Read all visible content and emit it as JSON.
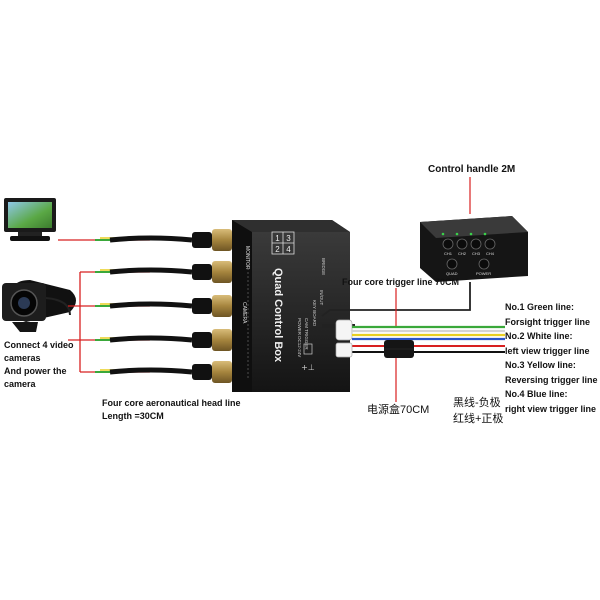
{
  "diagram": {
    "box_label": "Quad Control Box",
    "box_side_label": "CAMERA",
    "monitor_label": "MONITOR",
    "grid_numbers": [
      "1",
      "3",
      "2",
      "4"
    ],
    "power_text": "POWER DC12-24V",
    "trigger_text": "CAM TRIGGER",
    "key_board_text": "KEY BOARD",
    "in_text": "IN/OUT",
    "bridge_text": "BRIDGE",
    "handle": {
      "title": "Control handle 2M",
      "button_labels": [
        "CH1",
        "CH2",
        "CH3",
        "CH4"
      ],
      "bottom_labels": [
        "QUAD",
        "POWER"
      ]
    },
    "labels": {
      "connect_cameras": [
        "Connect 4 video",
        "cameras",
        "And power the",
        "camera"
      ],
      "aero_line": [
        "Four core aeronautical head line",
        "Length =30CM"
      ],
      "trigger_line": "Four core trigger line 70CM",
      "power_box": "电源盒70CM",
      "polarity": [
        "黑线-负极",
        "红线+正极"
      ],
      "line_legend": [
        "No.1 Green line:",
        "Forsight  trigger line",
        "No.2 White line:",
        "left view trigger line",
        "No.3 Yellow line:",
        "Reversing trigger line",
        "No.4 Blue line:",
        "right view trigger line"
      ]
    },
    "colors": {
      "red_wire": "#d82020",
      "green_wire": "#3aa83a",
      "white_wire": "#e9e9e9",
      "yellow_wire": "#e8cf22",
      "blue_wire": "#2a55c8",
      "box_body": "#161616",
      "connector": "#a98a45"
    }
  }
}
